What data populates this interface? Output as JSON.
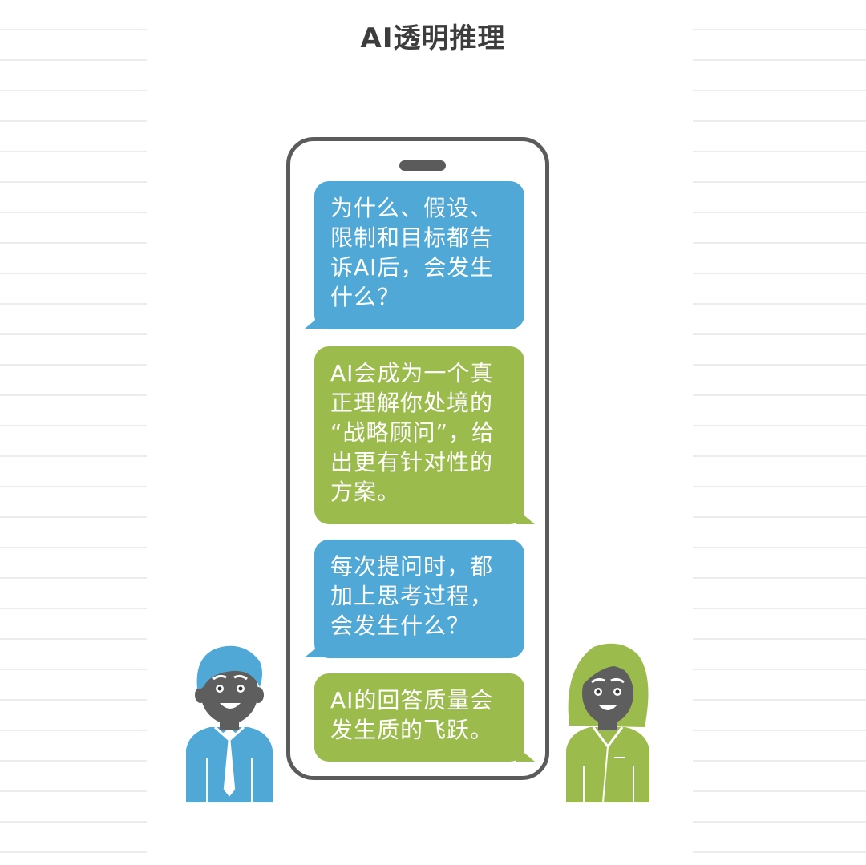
{
  "title": "AI透明推理",
  "colors": {
    "blue": "#4fa8d6",
    "green": "#9bbb4d",
    "phone_frame": "#5b5b5b",
    "skin": "#5e5e5e"
  },
  "messages": [
    {
      "speaker": "man",
      "color": "blue",
      "text": "为什么、假设、\n限制和目标都告\n诉AI后，会发生\n什么？"
    },
    {
      "speaker": "woman",
      "color": "green",
      "text": "AI会成为一个真\n正理解你处境的\n“战略顾问”，给\n出更有针对性的\n方案。"
    },
    {
      "speaker": "man",
      "color": "blue",
      "text": "每次提问时，都\n加上思考过程，\n会发生什么？"
    },
    {
      "speaker": "woman",
      "color": "green",
      "text": "AI的回答质量会\n发生质的飞跃。"
    }
  ]
}
